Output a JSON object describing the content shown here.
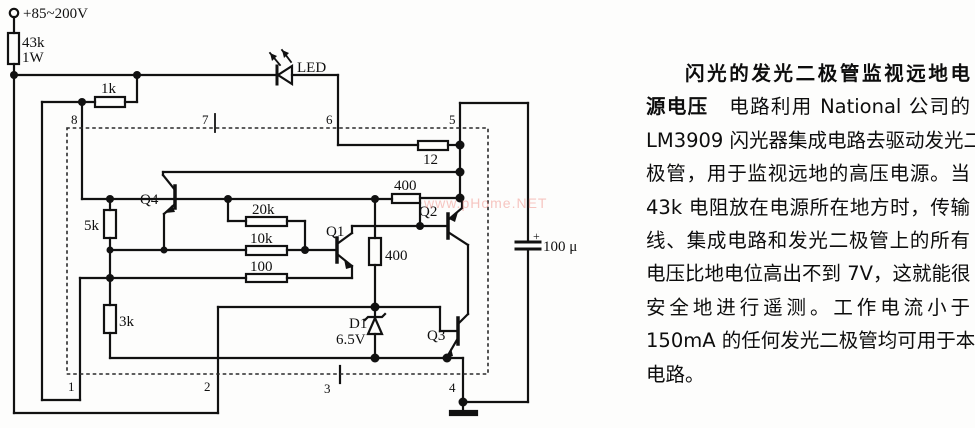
{
  "schematic": {
    "supply_label": "+85~200V",
    "resistors": {
      "r43k": "43k",
      "r43k_power": "1W",
      "r1k": "1k",
      "r12": "12",
      "r400h": "400",
      "r400v": "400",
      "r20k": "20k",
      "r10k": "10k",
      "r100": "100",
      "r5k": "5k",
      "r3k": "3k"
    },
    "diodes": {
      "led": "LED",
      "d1": "D1",
      "d1_voltage": "6.5V"
    },
    "transistors": {
      "q1": "Q1",
      "q2": "Q2",
      "q3": "Q3",
      "q4": "Q4"
    },
    "capacitor": {
      "value": "100 μ",
      "polarity": "+"
    },
    "ic_pins": {
      "p1": "1",
      "p2": "2",
      "p3": "3",
      "p4": "4",
      "p5": "5",
      "p6": "6",
      "p7": "7",
      "p8": "8"
    },
    "watermark": "www.pHome.NET"
  },
  "text": {
    "lines": [
      {
        "b": "闪光的发光二极管监视远地电",
        "n": ""
      },
      {
        "b": "源电压",
        "n": "　电路利用 National 公司的"
      },
      {
        "b": "",
        "n": "LM3909 闪光器集成电路去驱动发光二"
      },
      {
        "b": "",
        "n": "极管，用于监视远地的高压电源。当"
      },
      {
        "b": "",
        "n": "43k 电阻放在电源所在地方时，传输"
      },
      {
        "b": "",
        "n": "线、集成电路和发光二极管上的所有"
      },
      {
        "b": "",
        "n": "电压比地电位高出不到 7V，这就能很"
      },
      {
        "b": "",
        "n": "安全地进行遥测。工作电流小于"
      },
      {
        "b": "",
        "n": "150mA 的任何发光二极管均可用于本"
      },
      {
        "b": "",
        "n": "电路。"
      }
    ]
  }
}
